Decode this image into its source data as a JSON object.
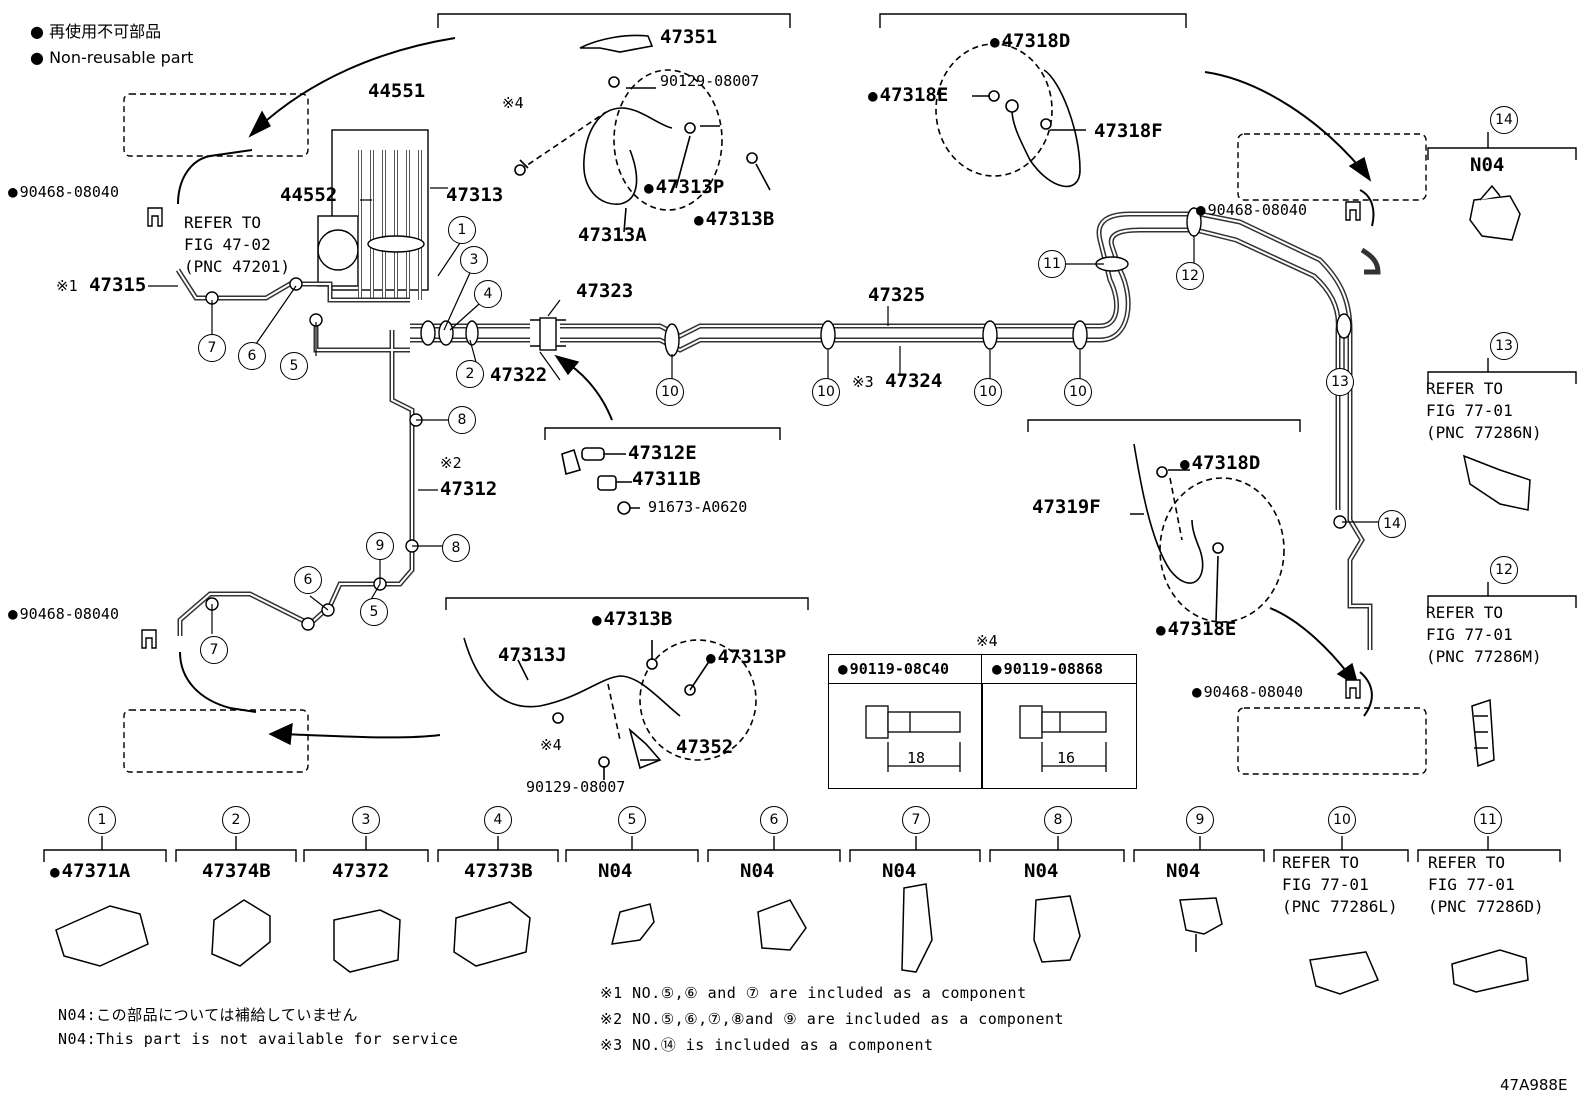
{
  "legend": {
    "dot_symbol": "●",
    "line_ja": "再使用不可部品",
    "line_en": "Non-reusable part"
  },
  "parts": {
    "p44551": "44551",
    "p44552": "44552",
    "p47313": "47313",
    "p47315": "47315",
    "p47315_mark": "※1",
    "p47323": "47323",
    "p47322": "47322",
    "p47325": "47325",
    "p47324": "47324",
    "p47324_mark": "※3",
    "p47312": "47312",
    "p47312_mark": "※2",
    "p47351": "47351",
    "p90129_a": "90129-08007",
    "mark4_a": "※4",
    "p47313P_a": "47313P",
    "p47313B_a": "47313B",
    "p47313A": "47313A",
    "p47318D_a": "47318D",
    "p47318E_a": "47318E",
    "p47318F": "47318F",
    "p47312E": "47312E",
    "p47311B": "47311B",
    "p91673": "91673-A0620",
    "p47318D_b": "47318D",
    "p47319F": "47319F",
    "p47318E_b": "47318E",
    "p47313B_b": "47313B",
    "p47313J": "47313J",
    "p47313P_b": "47313P",
    "mark4_b": "※4",
    "p47352": "47352",
    "p90129_b": "90129-08007",
    "clip_90468_a": "90468-08040",
    "clip_90468_b": "90468-08040",
    "clip_90468_c": "90468-08040",
    "clip_90468_d": "90468-08040",
    "n04_14": "N04",
    "fig_ref_4702": "REFER TO\nFIG 47-02\n(PNC 47201)",
    "ref_13": "REFER TO\nFIG 77-01\n(PNC 77286N)",
    "ref_12": "REFER TO\nFIG 77-01\n(PNC 77286M)"
  },
  "callouts": {
    "c1": "1",
    "c2": "2",
    "c3": "3",
    "c4": "4",
    "c5": "5",
    "c6": "6",
    "c7": "7",
    "c8": "8",
    "c9": "9",
    "c10": "10",
    "c11": "11",
    "c12": "12",
    "c13": "13",
    "c14": "14"
  },
  "bolt_table": {
    "title_mark": "※4",
    "col1_part": "90119-08C40",
    "col1_length": "18",
    "col2_part": "90119-08868",
    "col2_length": "16"
  },
  "bottom_row": [
    {
      "num": "1",
      "label": "47371A",
      "dot": true
    },
    {
      "num": "2",
      "label": "47374B",
      "dot": false
    },
    {
      "num": "3",
      "label": "47372",
      "dot": false
    },
    {
      "num": "4",
      "label": "47373B",
      "dot": false
    },
    {
      "num": "5",
      "label": "N04",
      "dot": false
    },
    {
      "num": "6",
      "label": "N04",
      "dot": false
    },
    {
      "num": "7",
      "label": "N04",
      "dot": false
    },
    {
      "num": "8",
      "label": "N04",
      "dot": false
    },
    {
      "num": "9",
      "label": "N04",
      "dot": false
    },
    {
      "num": "10",
      "label": "REFER TO\nFIG 77-01\n(PNC 77286L)",
      "dot": false
    },
    {
      "num": "11",
      "label": "REFER TO\nFIG 77-01\n(PNC 77286D)",
      "dot": false
    }
  ],
  "notes": {
    "n04_ja": "N04:この部品については補給していません",
    "n04_en": "N04:This part is not available for service",
    "note1": "※1 NO.⑤,⑥ and ⑦ are included as a component",
    "note2": "※2 NO.⑤,⑥,⑦,⑧and ⑨ are included as a component",
    "note3": "※3 NO.⑭ is included as a component"
  },
  "figure_id": "47A988E"
}
